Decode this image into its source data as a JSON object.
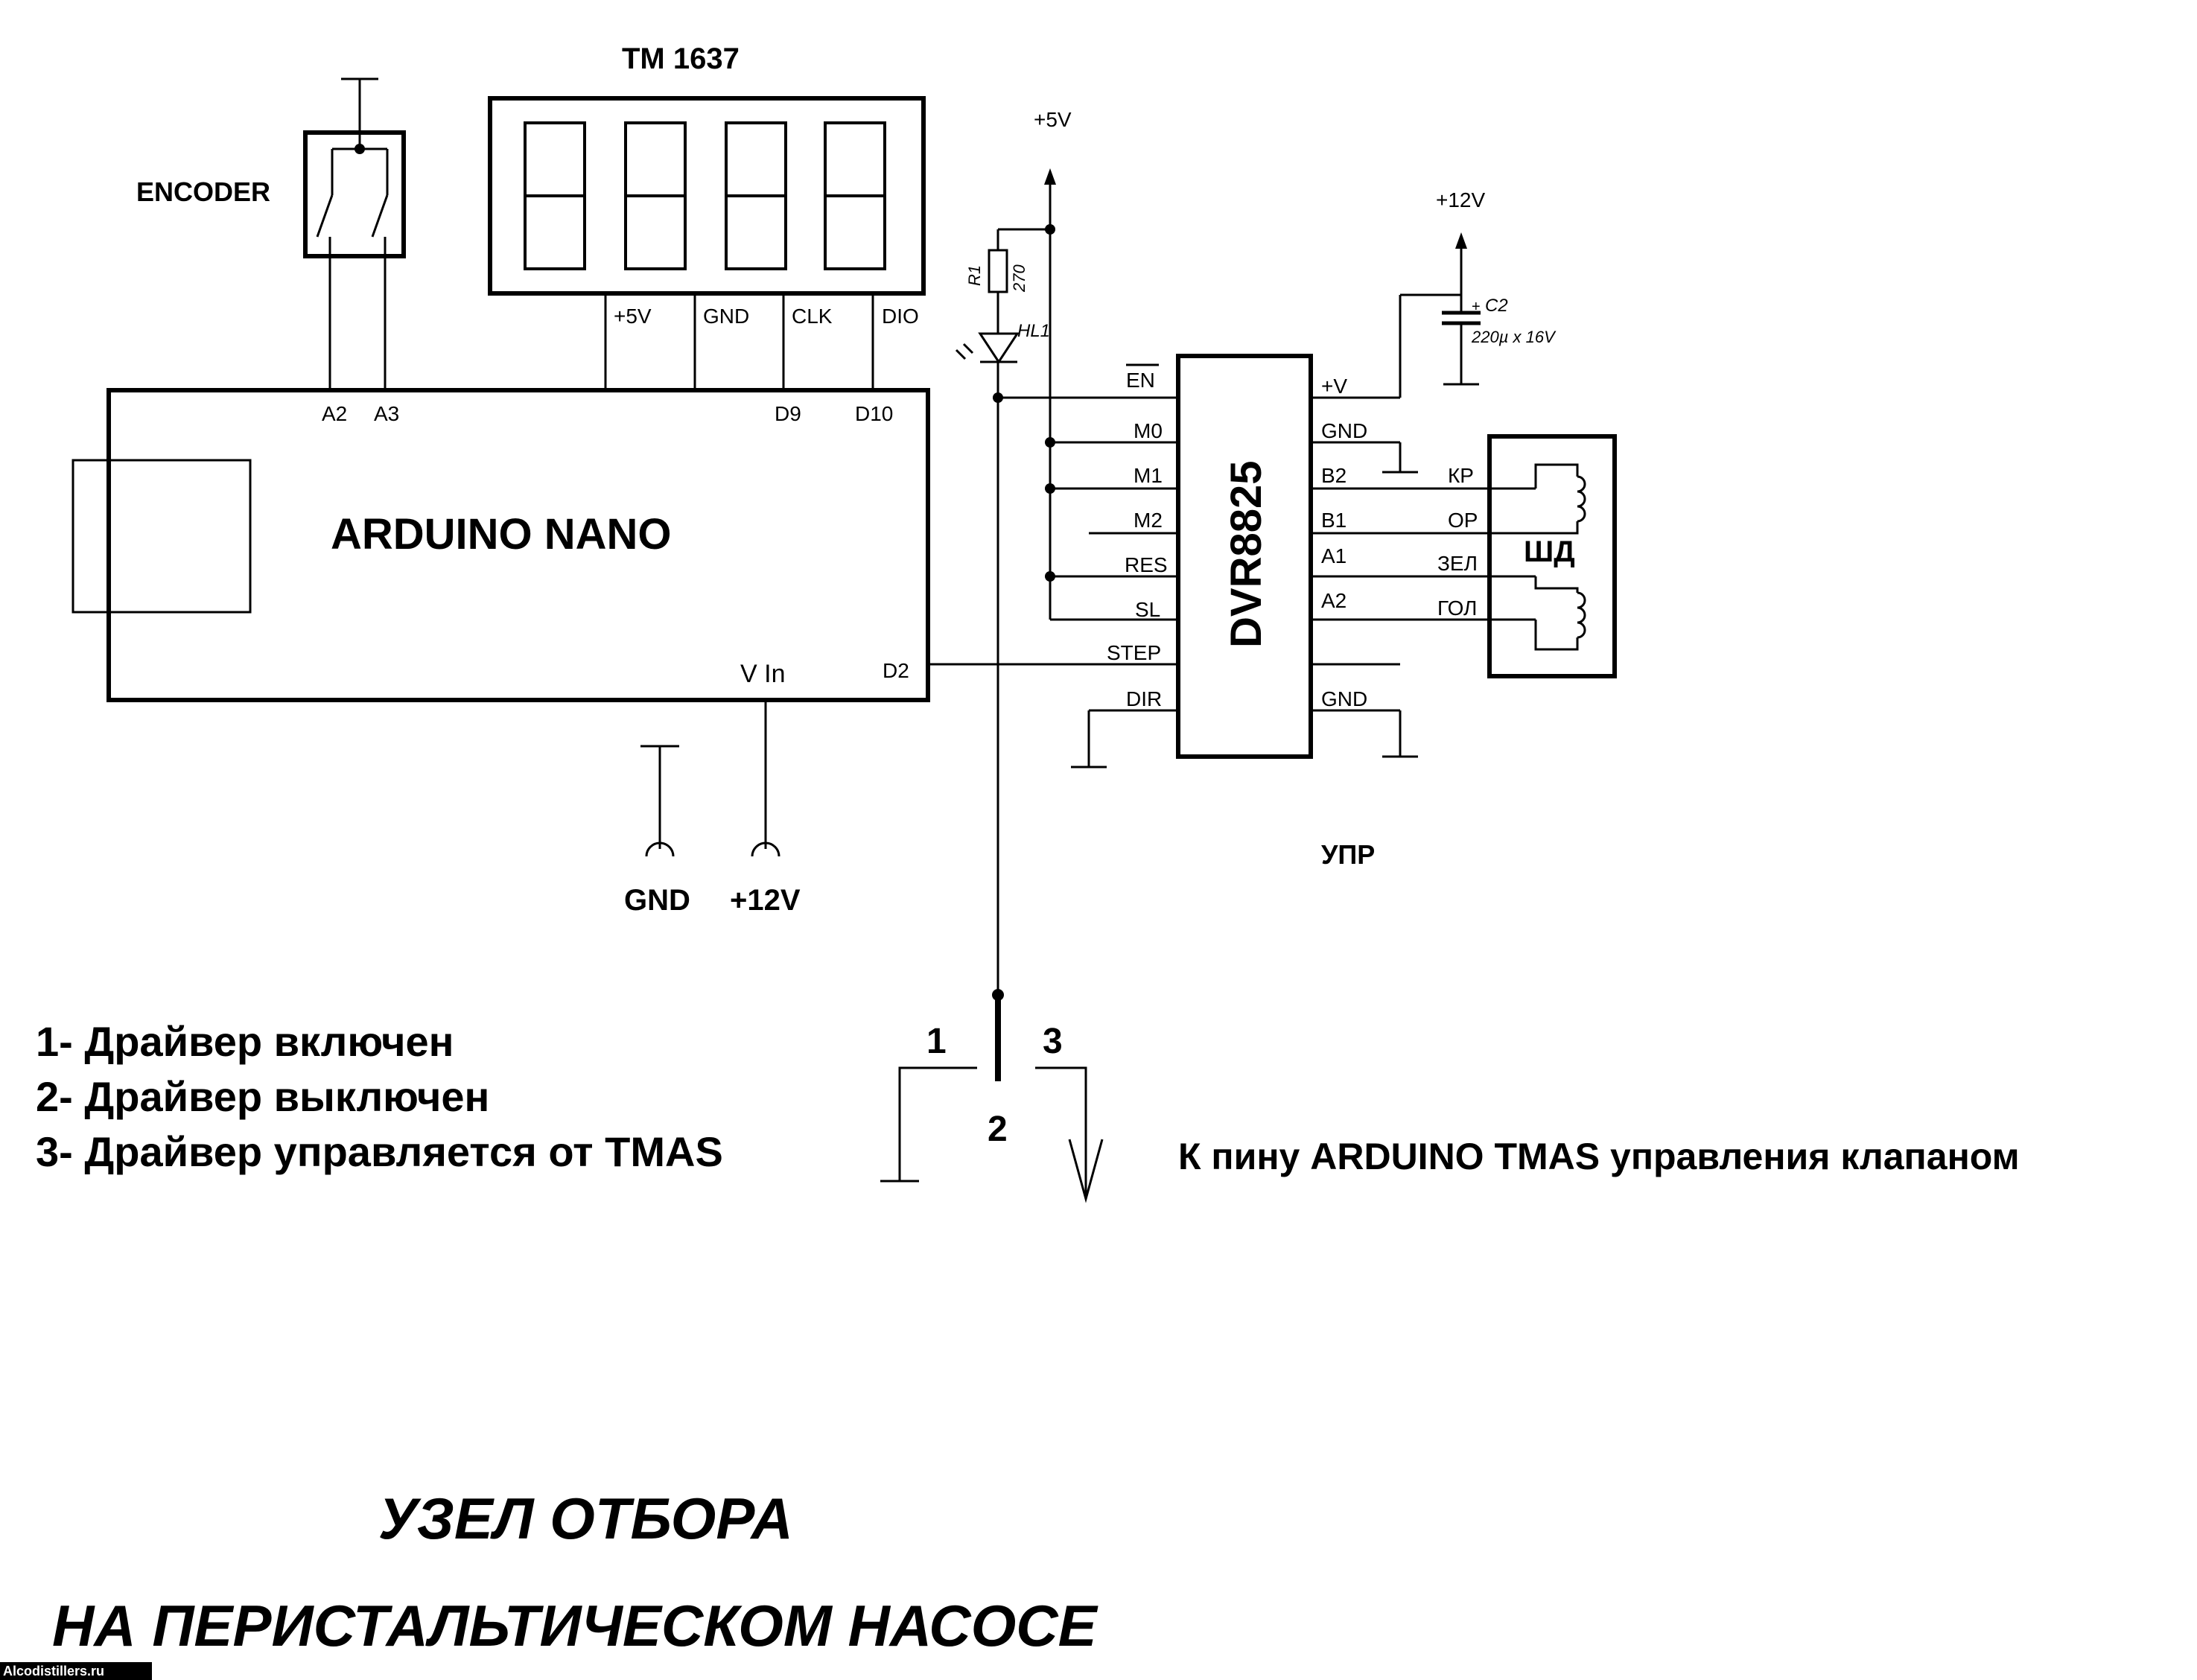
{
  "encoder": {
    "label": "ENCODER",
    "pins": [
      "A2",
      "A3"
    ]
  },
  "display": {
    "title": "TM 1637",
    "pins": [
      "+5V",
      "GND",
      "CLK",
      "DIO"
    ]
  },
  "arduino": {
    "label": "ARDUINO NANO",
    "pin_d9": "D9",
    "pin_d10": "D10",
    "pin_d2": "D2",
    "pin_vin": "V In"
  },
  "power": {
    "gnd": "GND",
    "v12": "+12V",
    "v5_top": "+5V",
    "v12_top": "+12V"
  },
  "r1": {
    "name": "R1",
    "value": "270"
  },
  "hl1": {
    "name": "HL1"
  },
  "c2": {
    "name": "C2",
    "value": "220µ x 16V",
    "plus": "+"
  },
  "driver": {
    "label": "DVR8825",
    "left_pins": [
      "EN",
      "M0",
      "M1",
      "M2",
      "RES",
      "SL",
      "STEP",
      "DIR"
    ],
    "right_pins": [
      "+V",
      "GND",
      "B2",
      "B1",
      "A1",
      "A2",
      "GND"
    ],
    "ctrl_label": "УПР"
  },
  "motor": {
    "label": "ШД",
    "wires": [
      "КР",
      "ОР",
      "ЗЕЛ",
      "ГОЛ"
    ]
  },
  "switch": {
    "pos1": "1",
    "pos2": "2",
    "pos3": "3"
  },
  "legend": [
    "1- Драйвер включен",
    "2- Драйвер выключен",
    "3- Драйвер управляется от TMAS"
  ],
  "tmas_note": "К пину ARDUINO TMAS управления клапаном",
  "title_line1": "УЗЕЛ ОТБОРА",
  "title_line2": "НА ПЕРИСТАЛЬТИЧЕСКОМ НАСОСЕ",
  "watermark": "Alcodistillers.ru"
}
